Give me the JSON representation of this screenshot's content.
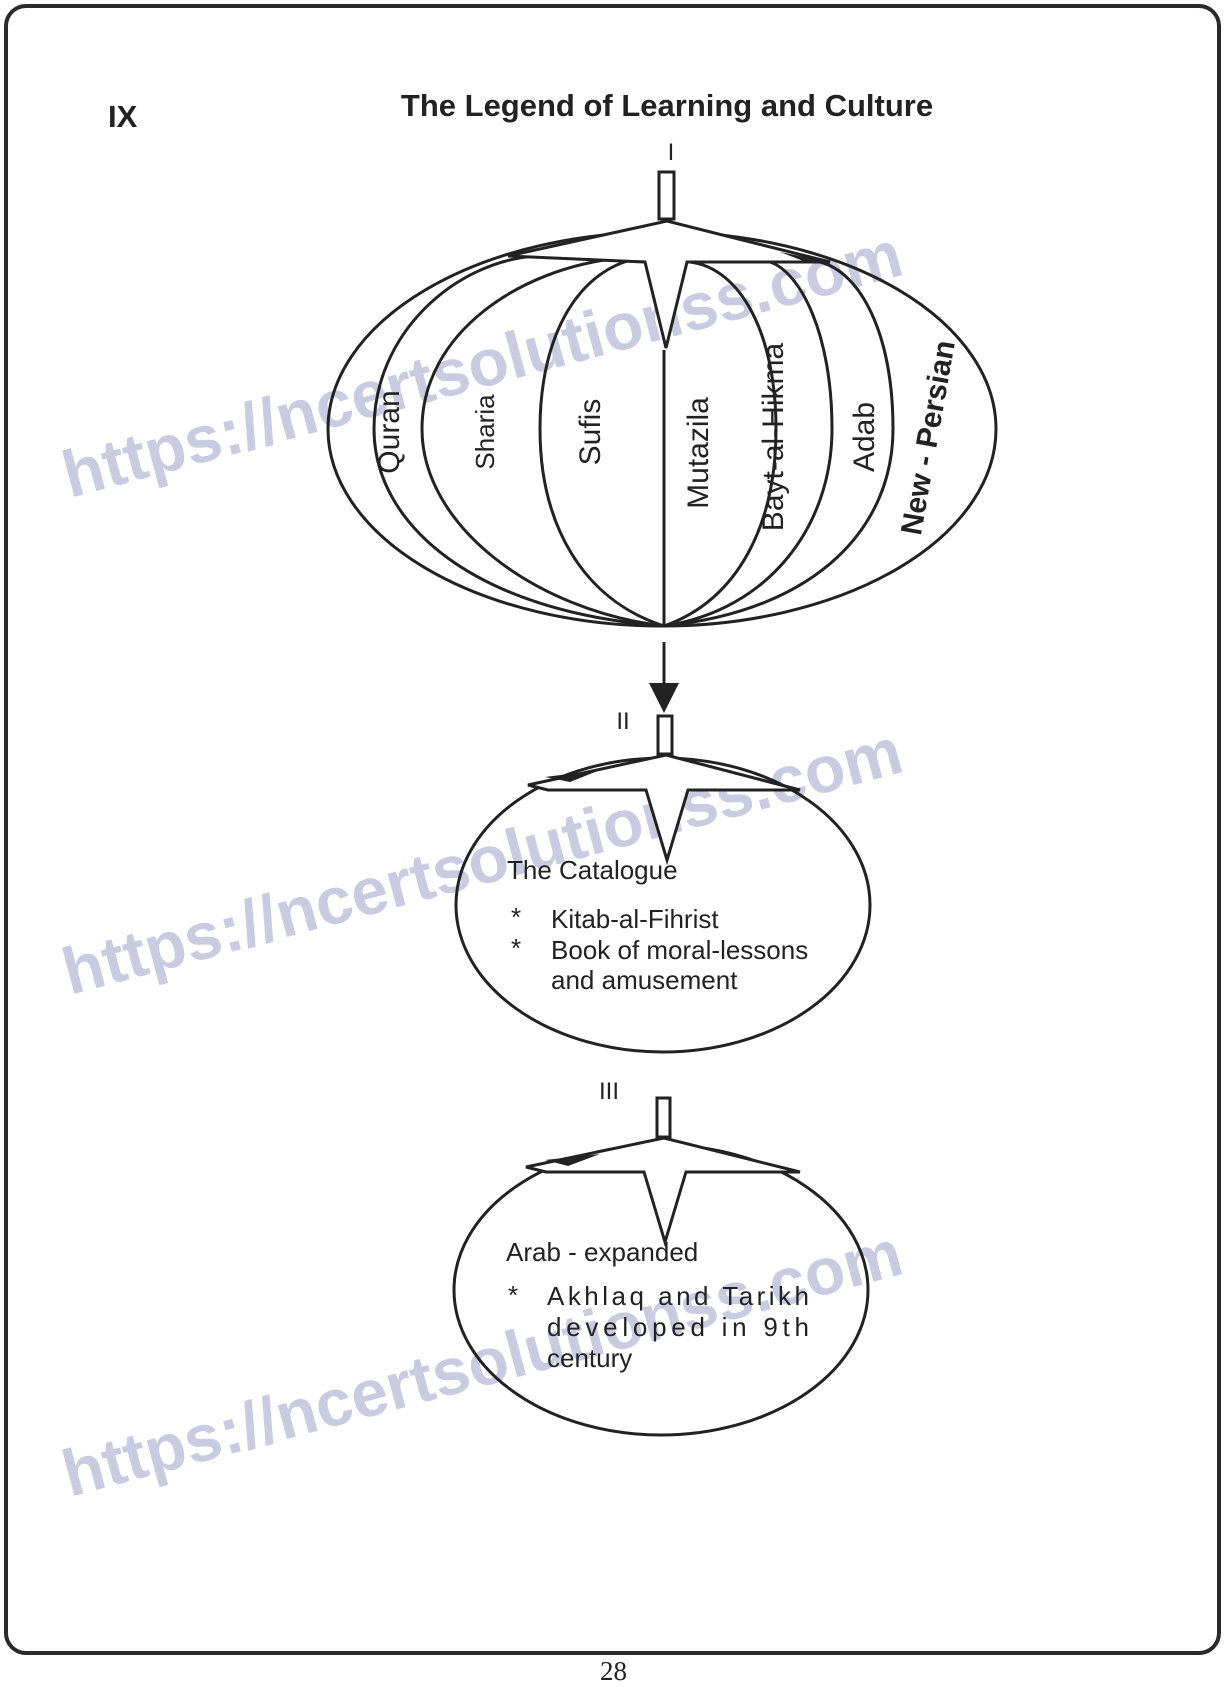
{
  "section_label": "IX",
  "title": "The Legend of Learning and Culture",
  "page_number": "28",
  "watermark": "https://ncertsolutionss.com",
  "part1": {
    "marker": "I",
    "segments": [
      "Quran",
      "Sharia",
      "Sufis",
      "Mutazila",
      "Bayt-al-Hikma",
      "Adab",
      "New - Persian"
    ]
  },
  "part2": {
    "marker": "II",
    "heading": "The Catalogue",
    "bullet_symbol": "*",
    "bullet1": "Kitab-al-Fihrist",
    "bullet2_line1": "Book of moral-lessons",
    "bullet2_line2": "and amusement"
  },
  "part3": {
    "marker": "III",
    "heading": "Arab - expanded",
    "bullet_symbol": "*",
    "bullet_line1": "Akhlaq and Tarikh",
    "bullet_line2": "developed in 9th",
    "bullet_line3": "century"
  }
}
